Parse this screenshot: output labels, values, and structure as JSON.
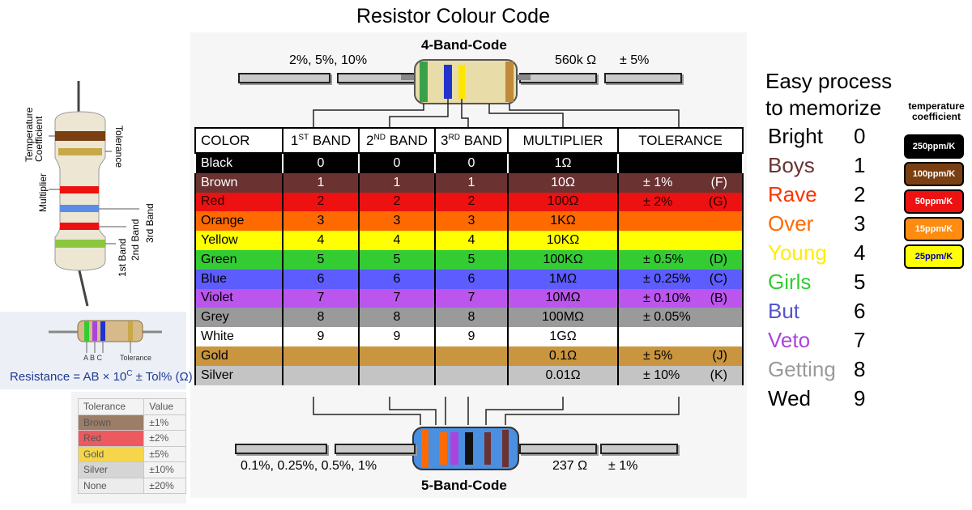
{
  "title": "Resistor Colour Code",
  "four_band": {
    "label": "4-Band-Code",
    "left_text": "2%, 5%, 10%",
    "value_text": "560k Ω",
    "tol_text": "± 5%"
  },
  "five_band": {
    "label": "5-Band-Code",
    "left_text": "0.1%, 0.25%, 0.5%, 1%",
    "value_text": "237 Ω",
    "tol_text": "± 1%"
  },
  "table": {
    "headers": {
      "color": "COLOR",
      "b1_num": "1",
      "b1_sup": "ST",
      "b1_word": " BAND",
      "b2_num": "2",
      "b2_sup": "ND",
      "b2_word": " BAND",
      "b3_num": "3",
      "b3_sup": "RD",
      "b3_word": " BAND",
      "multiplier": "MULTIPLIER",
      "tolerance": "TOLERANCE"
    },
    "rows": [
      {
        "name": "Black",
        "b1": "0",
        "b2": "0",
        "b3": "0",
        "mult": "1Ω",
        "tol": "",
        "code": "",
        "bg": "#000000",
        "fg": "#ffffff"
      },
      {
        "name": "Brown",
        "b1": "1",
        "b2": "1",
        "b3": "1",
        "mult": "10Ω",
        "tol": "± 1%",
        "code": "(F)",
        "bg": "#6b3232",
        "fg": "#ffffff"
      },
      {
        "name": "Red",
        "b1": "2",
        "b2": "2",
        "b3": "2",
        "mult": "100Ω",
        "tol": "± 2%",
        "code": "(G)",
        "bg": "#ee1111",
        "fg": "#2a0000"
      },
      {
        "name": "Orange",
        "b1": "3",
        "b2": "3",
        "b3": "3",
        "mult": "1KΩ",
        "tol": "",
        "code": "",
        "bg": "#ff6a00",
        "fg": "#000000"
      },
      {
        "name": "Yellow",
        "b1": "4",
        "b2": "4",
        "b3": "4",
        "mult": "10KΩ",
        "tol": "",
        "code": "",
        "bg": "#ffff00",
        "fg": "#000000"
      },
      {
        "name": "Green",
        "b1": "5",
        "b2": "5",
        "b3": "5",
        "mult": "100KΩ",
        "tol": "± 0.5%",
        "code": "(D)",
        "bg": "#33cc33",
        "fg": "#000000"
      },
      {
        "name": "Blue",
        "b1": "6",
        "b2": "6",
        "b3": "6",
        "mult": "1MΩ",
        "tol": "± 0.25%",
        "code": "(C)",
        "bg": "#5c5cff",
        "fg": "#000000"
      },
      {
        "name": "Violet",
        "b1": "7",
        "b2": "7",
        "b3": "7",
        "mult": "10MΩ",
        "tol": "± 0.10%",
        "code": "(B)",
        "bg": "#bb55ee",
        "fg": "#000000"
      },
      {
        "name": "Grey",
        "b1": "8",
        "b2": "8",
        "b3": "8",
        "mult": "100MΩ",
        "tol": "± 0.05%",
        "code": "",
        "bg": "#9a9a9a",
        "fg": "#000000"
      },
      {
        "name": "White",
        "b1": "9",
        "b2": "9",
        "b3": "9",
        "mult": "1GΩ",
        "tol": "",
        "code": "",
        "bg": "#ffffff",
        "fg": "#000000"
      },
      {
        "name": "Gold",
        "b1": "",
        "b2": "",
        "b3": "",
        "mult": "0.1Ω",
        "tol": "± 5%",
        "code": "(J)",
        "bg": "#c9953f",
        "fg": "#000000"
      },
      {
        "name": "Silver",
        "b1": "",
        "b2": "",
        "b3": "",
        "mult": "0.01Ω",
        "tol": "± 10%",
        "code": "(K)",
        "bg": "#c4c4c4",
        "fg": "#000000"
      }
    ]
  },
  "memorize": {
    "heading_line1": "Easy process",
    "heading_line2": "to memorize",
    "words": [
      {
        "word": "Bright",
        "digit": "0",
        "color": "#000000"
      },
      {
        "word": "Boys",
        "digit": "1",
        "color": "#6b3232"
      },
      {
        "word": "Rave",
        "digit": "2",
        "color": "#ff3300"
      },
      {
        "word": "Over",
        "digit": "3",
        "color": "#ff6a00"
      },
      {
        "word": "Young",
        "digit": "4",
        "color": "#ffee00"
      },
      {
        "word": "Girls",
        "digit": "5",
        "color": "#33cc33"
      },
      {
        "word": "But",
        "digit": "6",
        "color": "#5555cc"
      },
      {
        "word": "Veto",
        "digit": "7",
        "color": "#aa44dd"
      },
      {
        "word": "Getting",
        "digit": "8",
        "color": "#9a9a9a"
      },
      {
        "word": "Wed",
        "digit": "9",
        "color": "#000000"
      }
    ]
  },
  "temp_coeff": {
    "title_line1": "temperature",
    "title_line2": "coefficient",
    "items": [
      {
        "label": "250ppm/K",
        "bg": "#000000",
        "fg": "#ffffff"
      },
      {
        "label": "100ppm/K",
        "bg": "#7a3f12",
        "fg": "#ffffff"
      },
      {
        "label": "50ppm/K",
        "bg": "#ee1111",
        "fg": "#ffffff"
      },
      {
        "label": "15ppm/K",
        "bg": "#ff8c10",
        "fg": "#ffffff"
      },
      {
        "label": "25ppm/K",
        "bg": "#ffff00",
        "fg": "#0000aa"
      }
    ]
  },
  "left_resistor": {
    "temperature_coefficient": "Temperature\nCoefficient",
    "tolerance": "Tolerance",
    "multiplier": "Multiplier",
    "band3": "3rd Band",
    "band2": "2nd Band",
    "band1": "1st Band"
  },
  "formula": {
    "abc": "A  B  C",
    "tolerance_label": "Tolerance",
    "text_prefix": "Resistance  =  AB × 10",
    "text_sup": "C",
    "text_suffix": " ± Tol% (Ω)"
  },
  "tol_table": {
    "headers": [
      "Tolerance",
      "Value"
    ],
    "rows": [
      {
        "name": "Brown",
        "value": "±1%",
        "bg": "#9b7d68"
      },
      {
        "name": "Red",
        "value": "±2%",
        "bg": "#ec5a5f"
      },
      {
        "name": "Gold",
        "value": "±5%",
        "bg": "#f5d64a"
      },
      {
        "name": "Silver",
        "value": "±10%",
        "bg": "#d5d5d5"
      },
      {
        "name": "None",
        "value": "±20%",
        "bg": "#ececec"
      }
    ]
  }
}
